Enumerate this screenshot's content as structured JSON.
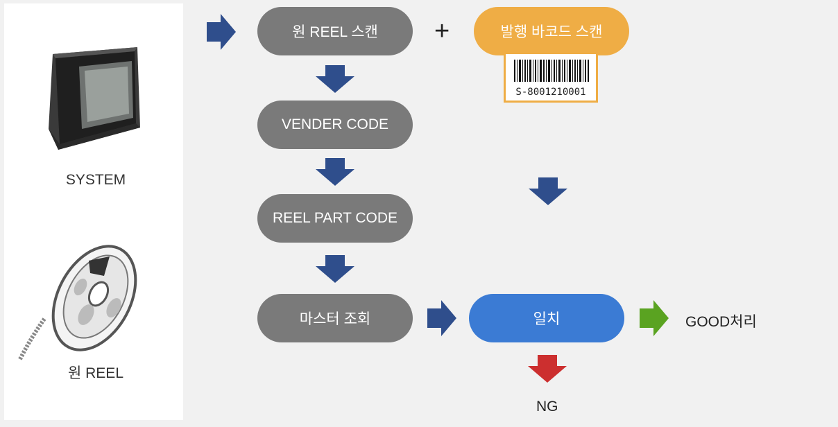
{
  "left": {
    "system_label": "SYSTEM",
    "reel_label": "원 REEL"
  },
  "flow": {
    "step1": "원 REEL 스캔",
    "step2": "VENDER CODE",
    "step3": "REEL PART CODE",
    "step4": "마스터 조회",
    "barcode_scan": "발행 바코드 스캔",
    "barcode_number": "S-8001210001",
    "plus": "+",
    "match": "일치",
    "good": "GOOD처리",
    "ng": "NG"
  },
  "colors": {
    "gray_pill": "#7a7a7a",
    "orange_pill": "#efad45",
    "blue_pill": "#3b7bd4",
    "arrow_navy": "#2f4e8c",
    "arrow_green": "#5aa321",
    "arrow_red": "#cc2f2f"
  }
}
